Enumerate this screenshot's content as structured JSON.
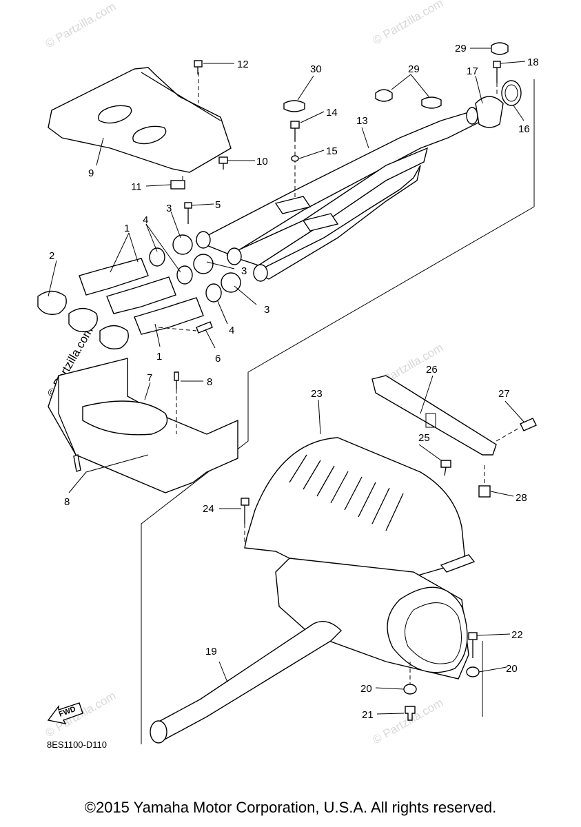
{
  "diagram": {
    "callouts": {
      "c1a": "1",
      "c1b": "1",
      "c2": "2",
      "c3a": "3",
      "c3b": "3",
      "c3c": "3",
      "c4a": "4",
      "c4b": "4",
      "c5": "5",
      "c6": "6",
      "c7": "7",
      "c8a": "8",
      "c8b": "8",
      "c9": "9",
      "c10": "10",
      "c11": "11",
      "c12": "12",
      "c13": "13",
      "c14": "14",
      "c15": "15",
      "c16": "16",
      "c17": "17",
      "c18": "18",
      "c19": "19",
      "c20a": "20",
      "c20b": "20",
      "c21": "21",
      "c22": "22",
      "c23": "23",
      "c24": "24",
      "c25": "25",
      "c26": "26",
      "c27": "27",
      "c28": "28",
      "c29a": "29",
      "c29b": "29",
      "c30": "30"
    },
    "diagram_code": "8ES1100-D110",
    "fwd_label": "FWD",
    "watermark": "© Partzilla.com",
    "watermark_vertical": "© Partzilla.com"
  },
  "footer": {
    "copyright": "©2015 Yamaha Motor Corporation, U.S.A. All rights reserved."
  }
}
